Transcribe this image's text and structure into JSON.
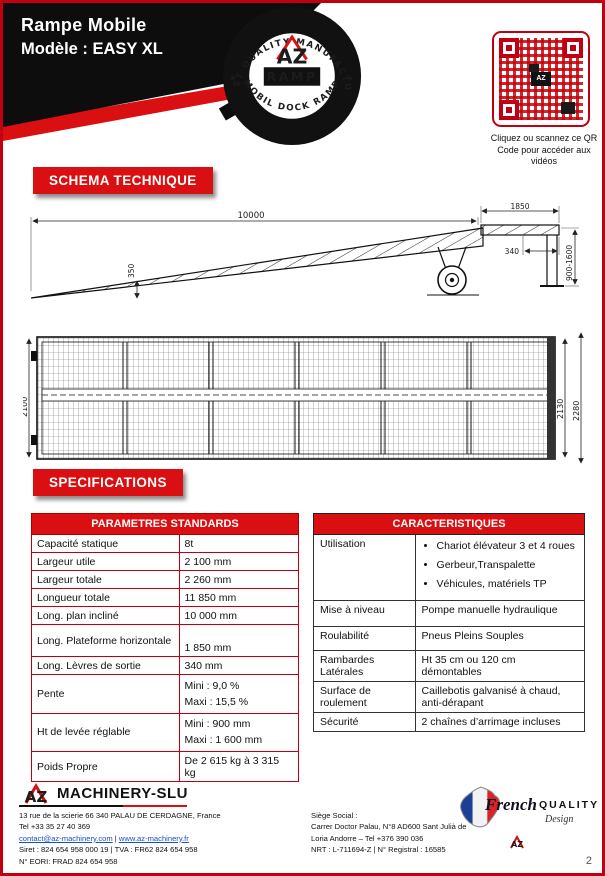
{
  "header": {
    "title_line1": "Rampe Mobile",
    "title_line2": "Modèle : EASY XL",
    "badge": {
      "arc_top": "FIRST QUALITY MANUFACTURE",
      "arc_bottom": "MOBIL DOCK RAMP",
      "star": "★",
      "logo_main": "AZ",
      "logo_sub": "RAMP"
    },
    "qr": {
      "center_label": "AZ",
      "caption": "Cliquez ou scannez ce QR Code pour accéder aux vidéos"
    }
  },
  "section_labels": {
    "schema": "SCHEMA TECHNIQUE",
    "specifications": "SPECIFICATIONS"
  },
  "drawing": {
    "side_view": {
      "length_incline": "10000",
      "length_platform": "1850",
      "height_range": "900-1600",
      "lip": "340",
      "edge_height": "350"
    },
    "top_view": {
      "width_left": "2100",
      "width_right_inner": "2130",
      "width_right_outer": "2280"
    }
  },
  "parameters_table": {
    "title": "PARAMETRES STANDARDS",
    "rows": [
      {
        "label": "Capacité statique",
        "value": "8t"
      },
      {
        "label": "Largeur utile",
        "value": "2 100 mm"
      },
      {
        "label": "Largeur totale",
        "value": "2 260 mm"
      },
      {
        "label": "Longueur totale",
        "value": "11 850 mm"
      },
      {
        "label": "Long. plan incliné",
        "value": "10 000 mm"
      },
      {
        "label": "Long. Plateforme horizontale",
        "value": "1 850 mm"
      },
      {
        "label": "Long. Lèvres de sortie",
        "value": "340 mm"
      },
      {
        "label": "Pente",
        "value_line1": "Mini : 9,0 %",
        "value_line2": "Maxi : 15,5 %"
      },
      {
        "label": "Ht de levée réglable",
        "value_line1": "Mini : 900 mm",
        "value_line2": "Maxi : 1 600 mm"
      },
      {
        "label": "Poids Propre",
        "value": "De 2 615 kg à 3 315 kg"
      }
    ]
  },
  "characteristics_table": {
    "title": "CARACTERISTIQUES",
    "rows": [
      {
        "label": "Utilisation",
        "bullets": [
          "Chariot élévateur 3 et 4 roues",
          "Gerbeur,Transpalette",
          "Véhicules, matériels TP"
        ]
      },
      {
        "label": "Mise à niveau",
        "value": "Pompe manuelle hydraulique"
      },
      {
        "label": "Roulabilité",
        "value": "Pneus Pleins Souples"
      },
      {
        "label": "Rambardes Latérales",
        "value": "Ht 35  cm ou  120 cm démontables"
      },
      {
        "label": "Surface de roulement",
        "value": "Caillebotis galvanisé à chaud, anti-dérapant"
      },
      {
        "label": "Sécurité",
        "value": "2 chaînes d’arrimage incluses"
      }
    ]
  },
  "footer": {
    "logo_az": "AZ",
    "logo_company": "MACHINERY-SLU",
    "address": "13 rue de la scierie 66 340 PALAU DE CERDAGNE, France",
    "phone": "Tel +33 35 27 40 369",
    "email": "contact@az-machinery.com",
    "link_separator": "|",
    "website": "www.az-machinery.fr",
    "siret_line": "Siret : 824 654 958 000 19 | TVA : FR62 824 654 958",
    "eori_line": "N° EORI: FRAD 824 654 958",
    "siege_label": "Siège Social :",
    "siege_address1": "Carrer Doctor Palau, N°8 AD600 Sant Julià de",
    "siege_address2": "Loria Andorre – Tel +376 390 036",
    "nrt_line": "NRT : L-711694-Z  | N° Registral : 16585",
    "stamp": {
      "word_french": "French",
      "word_quality": "QUALITY",
      "word_design": "Design",
      "mini_logo": "AZ"
    },
    "page_number": "2"
  }
}
